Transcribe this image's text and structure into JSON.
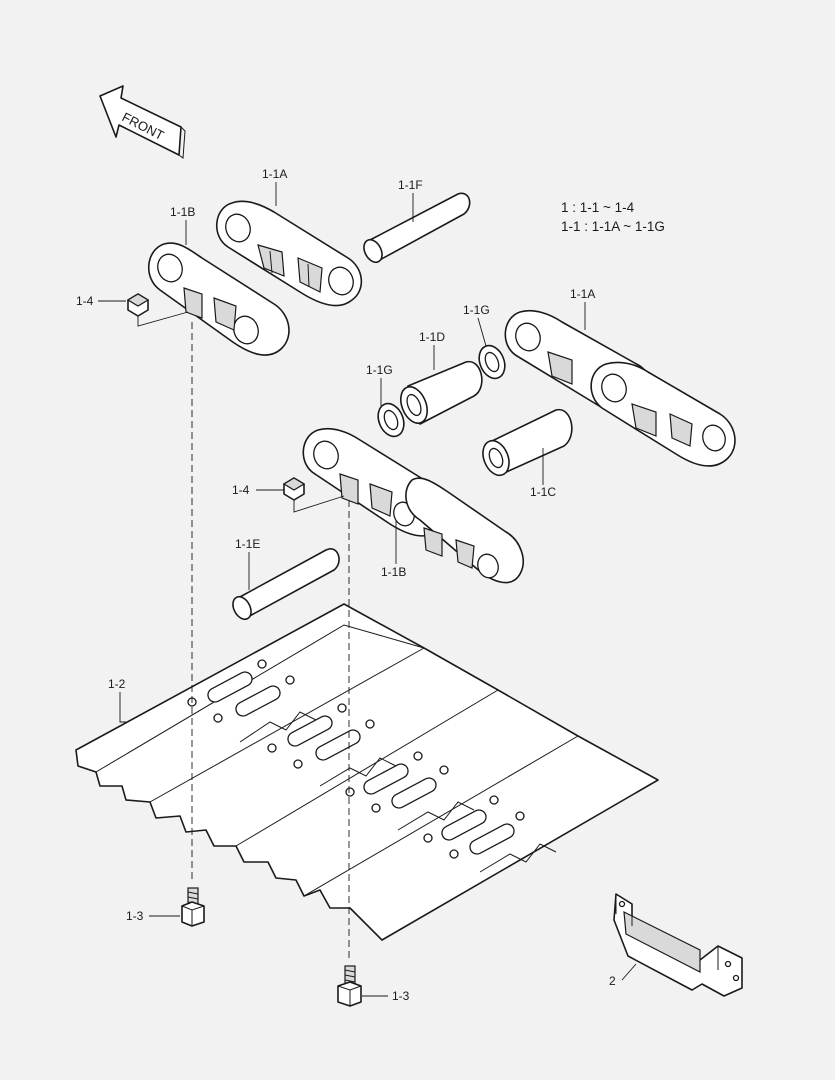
{
  "direction_arrow": {
    "text": "FRONT"
  },
  "legend": {
    "line1": "1 : 1-1 ~ 1-4",
    "line2": "1-1 : 1-1A ~ 1-1G"
  },
  "labels": {
    "l_1_1a_top": "1-1A",
    "l_1_1b_top": "1-1B",
    "l_1_1f": "1-1F",
    "l_1_4_top": "1-4",
    "l_1_1g_right": "1-1G",
    "l_1_1a_right": "1-1A",
    "l_1_1d": "1-1D",
    "l_1_1g_left": "1-1G",
    "l_1_1c": "1-1C",
    "l_1_4_mid": "1-4",
    "l_1_1e": "1-1E",
    "l_1_1b_mid": "1-1B",
    "l_1_2": "1-2",
    "l_1_3_left": "1-3",
    "l_1_3_bottom": "1-3",
    "l_2": "2"
  }
}
